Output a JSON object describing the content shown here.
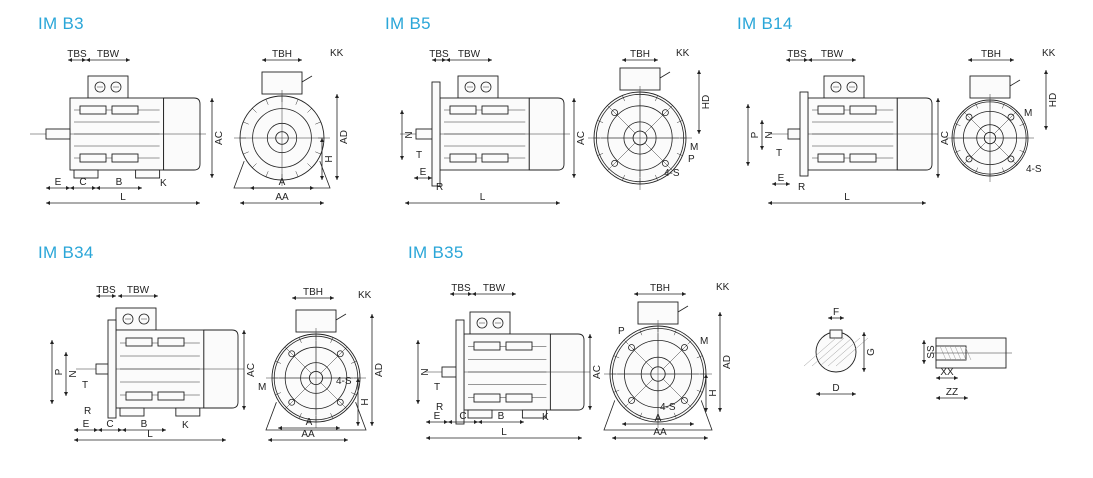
{
  "titles": {
    "b3": "IM B3",
    "b5": "IM B5",
    "b14": "IM B14",
    "b34": "IM B34",
    "b35": "IM B35"
  },
  "labels": {
    "TBS": "TBS",
    "TBW": "TBW",
    "TBH": "TBH",
    "KK": "KK",
    "AC": "AC",
    "AD": "AD",
    "HD": "HD",
    "H": "H",
    "A": "A",
    "AA": "AA",
    "B": "B",
    "C": "C",
    "E": "E",
    "L": "L",
    "K": "K",
    "N": "N",
    "P": "P",
    "T": "T",
    "R": "R",
    "M": "M",
    "S4": "4-S",
    "F": "F",
    "G": "G",
    "D": "D",
    "SS": "SS",
    "XX": "XX",
    "ZZ": "ZZ"
  },
  "colors": {
    "title": "#2aa6d8",
    "line": "#222222",
    "background": "#ffffff"
  }
}
